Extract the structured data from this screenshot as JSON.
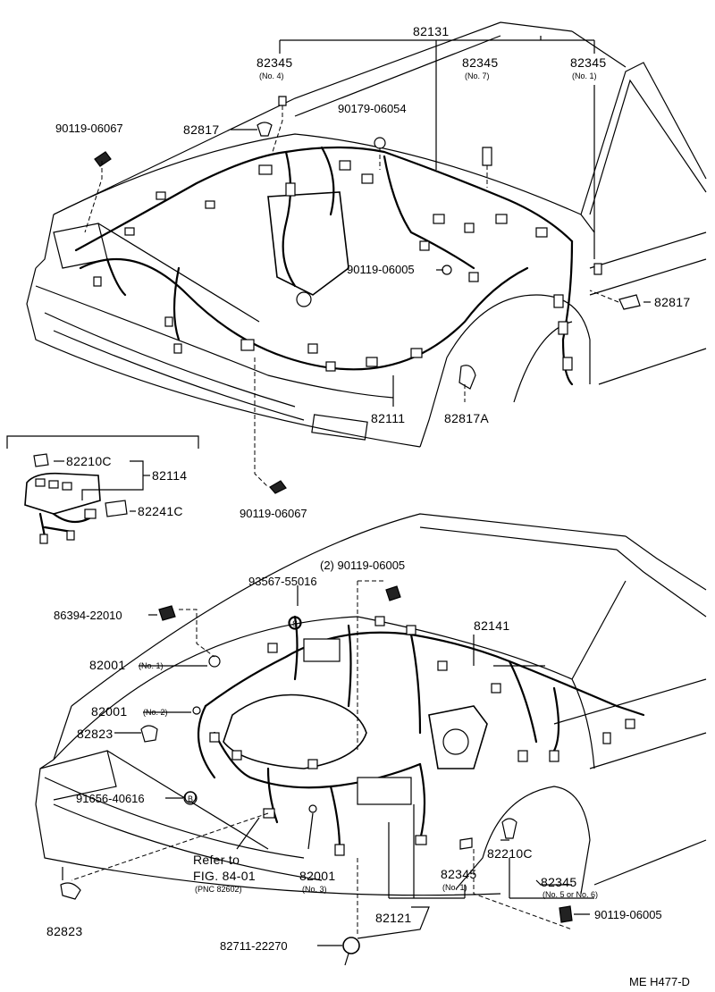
{
  "labels": {
    "top_82131": "82131",
    "top_82345_no4": "82345",
    "top_82345_no4_sub": "(No. 4)",
    "top_82345_no7": "82345",
    "top_82345_no7_sub": "(No. 7)",
    "top_82345_no1": "82345",
    "top_82345_no1_sub": "(No. 1)",
    "top_90119_06067": "90119-06067",
    "top_90179_06054": "90179-06054",
    "top_82817_a": "82817",
    "top_90119_06005": "90119-06005",
    "top_82817_b": "82817",
    "top_82111": "82111",
    "top_82817A": "82817A",
    "inset_82210C": "82210C",
    "inset_82114": "82114",
    "inset_82241C": "82241C",
    "top_90119_06067_b": "90119-06067",
    "bot_2_90119_06005": "(2) 90119-06005",
    "bot_93567_55016": "93567-55016",
    "bot_86394_22010": "86394-22010",
    "bot_82141": "82141",
    "bot_82001_no1": "82001",
    "bot_82001_no1_sub": "(No. 1)",
    "bot_82001_no2": "82001",
    "bot_82001_no2_sub": "(No. 2)",
    "bot_82823_a": "82823",
    "bot_91656_40616": "91656-40616",
    "bot_refer_to": "Refer to",
    "bot_fig": "FIG. 84-01",
    "bot_pnc": "(PNC 82602)",
    "bot_82001_no3": "82001",
    "bot_82001_no3_sub": "(No. 3)",
    "bot_82345_no1": "82345",
    "bot_82345_no1_sub": "(No. 1)",
    "bot_82210C": "82210C",
    "bot_82345_no56": "82345",
    "bot_82345_no56_sub": "(No. 5 or No. 6)",
    "bot_82823_b": "82823",
    "bot_82121": "82121",
    "bot_90119_06005": "90119-06005",
    "bot_82711_22270": "82711-22270",
    "bot_S": "S",
    "bot_B": "B",
    "footer_code": "ME H477-D"
  }
}
